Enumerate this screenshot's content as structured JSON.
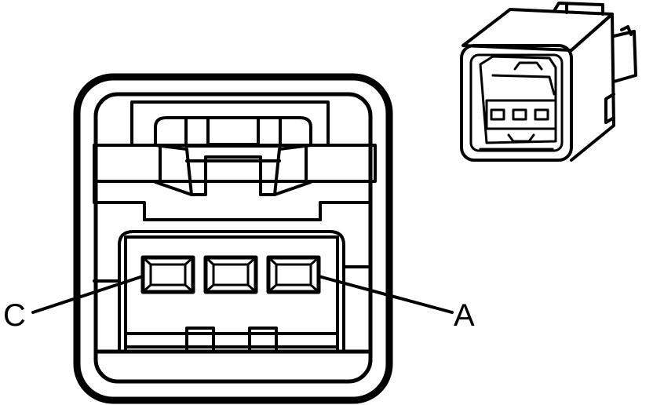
{
  "diagram": {
    "callouts": [
      {
        "id": "C",
        "text": "C"
      },
      {
        "id": "A",
        "text": "A"
      }
    ],
    "colors": {
      "stroke": "#000000",
      "background": "#ffffff"
    }
  }
}
